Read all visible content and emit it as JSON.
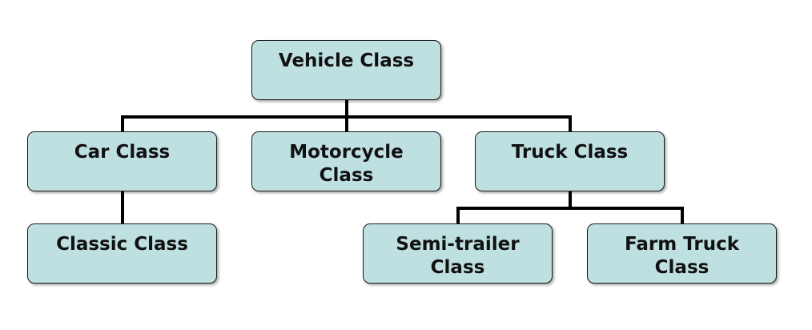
{
  "diagram": {
    "nodes": {
      "vehicle": "Vehicle Class",
      "car": "Car Class",
      "motorcycle": "Motorcycle\nClass",
      "truck": "Truck Class",
      "classic": "Classic Class",
      "semi_trailer": "Semi-trailer\nClass",
      "farm_truck": "Farm Truck\nClass"
    },
    "colors": {
      "node_fill": "#bfe0e1",
      "node_border": "#1a1a1a",
      "connector": "#000000"
    }
  }
}
